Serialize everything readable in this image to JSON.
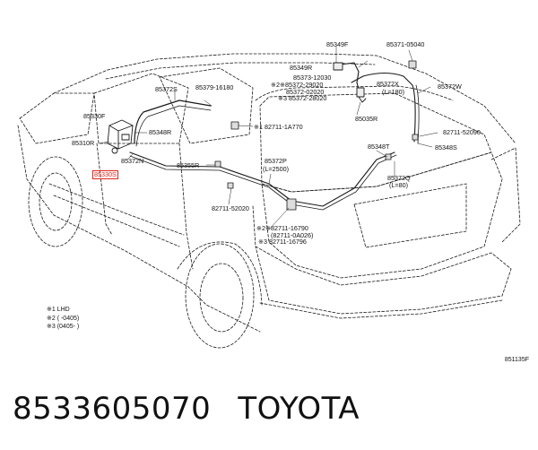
{
  "labels": {
    "p85349F": "85349F",
    "p85371_05040": "85371-05040",
    "p85349R": "85349R",
    "p85373_12030": "85373-12030",
    "p85372X": "85372X",
    "p85372X_len": "(L=180)",
    "p85372W": "85372W",
    "p85372_29020": "※2※85372-29020",
    "p85372_02020": "85372-02020",
    "p85372_28020": "※3 85372-28020",
    "p85035R": "85035R",
    "p85372S": "85372S",
    "p85379_16180": "85379-16180",
    "p85330F": "85330F",
    "p85348R": "85348R",
    "p82711_1A770": "※1 82711-1A770",
    "p82711_52090": "82711-52090",
    "p85310R": "85310R",
    "p85348T": "85348T",
    "p85348S": "85348S",
    "p85372N": "85372N",
    "p85372P": "85372P",
    "p85372P_len": "(L=2500)",
    "p85355R": "85355R",
    "p85372Q": "85372Q",
    "p85372Q_len": "(L=80)",
    "p85330S": "85330S",
    "p82711_52020": "82711-52020",
    "p82711_16790": "※2※82711-16790",
    "p82711_0A026": "(82711-0A026)",
    "p82711_16796": "※3 82711-16796"
  },
  "legend": {
    "l1": "※1  LHD",
    "l2": "※2 (        -0405)",
    "l3": "※3 (0405-        )"
  },
  "diagram_code": "851135F",
  "footer": {
    "part_number": "8533605070",
    "brand": "TOYOTA"
  },
  "colors": {
    "highlight": "#e0261c",
    "line": "#1a1a1a"
  }
}
